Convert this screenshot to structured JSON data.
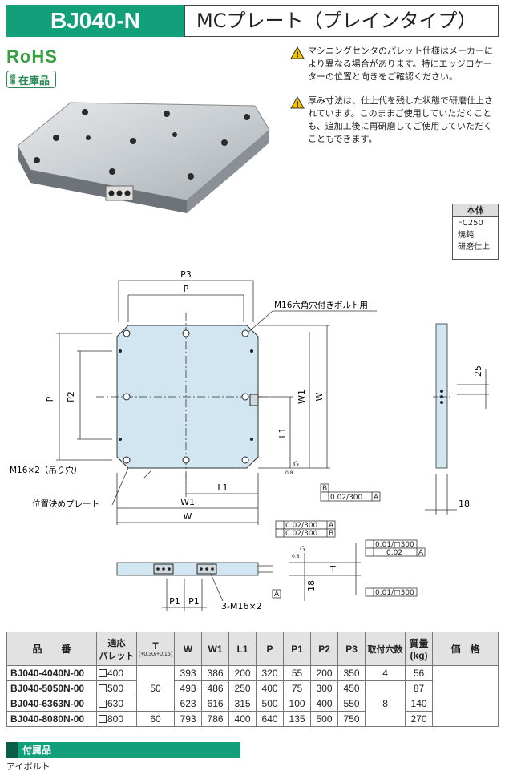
{
  "header": {
    "code": "BJ040-N",
    "name": "MCプレート（プレインタイプ）"
  },
  "badges": {
    "rohs": "RoHS",
    "stock_small": "標準",
    "stock": "在庫品"
  },
  "notes": [
    "マシニングセンタのパレット仕様はメーカーにより異なる場合があります。特にエッジロケーターの位置と向きをご確認ください。",
    "厚み寸法は、仕上代を残した状態で研磨仕上されています。このままご使用していただくことも、追加工後に再研磨してご使用していただくこともできます。"
  ],
  "material": {
    "title": "本体",
    "lines": [
      "FC250",
      "焼鈍",
      "研磨仕上"
    ]
  },
  "drawing": {
    "P3": "P3",
    "P": "P",
    "P2": "P2",
    "W1": "W1",
    "W": "W",
    "L1": "L1",
    "P1": "P1",
    "T": "T",
    "bolt_note": "M16六角穴付きボルト用",
    "lift_note": "M16×2（吊り穴）",
    "plate_note": "位置決めプレート",
    "side_note": "3-M16×2",
    "dim_25": "25",
    "dim_18": "18",
    "dim_18b": "18",
    "tol_B": "0.02/300",
    "tol_A1": "0.02/300",
    "tol_A2": "0.02/300",
    "tol_flat1": "0.01/□300",
    "tol_par": "0.02",
    "tol_flat2": "0.01/□300",
    "datum_A": "A",
    "datum_B": "B",
    "g_mark": "G",
    "g_sub": "0.8"
  },
  "table": {
    "headers": [
      "品　　番",
      "適応\nパレット",
      "T",
      "W",
      "W1",
      "L1",
      "P",
      "P1",
      "P2",
      "P3",
      "取付穴数",
      "質量\n(kg)",
      "価　格"
    ],
    "t_tol": "(+0.30/+0.15)",
    "rows": [
      {
        "code": "BJ040-4040N-00",
        "pallet": "400",
        "T": "50",
        "W": "393",
        "W1": "386",
        "L1": "200",
        "P": "320",
        "P1": "55",
        "P2": "200",
        "P3": "350",
        "holes": "4",
        "mass": "56"
      },
      {
        "code": "BJ040-5050N-00",
        "pallet": "500",
        "T": "",
        "W": "493",
        "W1": "486",
        "L1": "250",
        "P": "400",
        "P1": "75",
        "P2": "300",
        "P3": "450",
        "holes": "8",
        "mass": "87"
      },
      {
        "code": "BJ040-6363N-00",
        "pallet": "630",
        "T": "",
        "W": "623",
        "W1": "616",
        "L1": "315",
        "P": "500",
        "P1": "100",
        "P2": "400",
        "P3": "550",
        "holes": "",
        "mass": "140"
      },
      {
        "code": "BJ040-8080N-00",
        "pallet": "800",
        "T": "60",
        "W": "793",
        "W1": "786",
        "L1": "400",
        "P": "640",
        "P1": "135",
        "P2": "500",
        "P3": "750",
        "holes": "",
        "mass": "270"
      }
    ]
  },
  "accessory": {
    "title": "付属品",
    "item": "アイボルト"
  },
  "colors": {
    "brand": "#12a07a",
    "plate_fill": "#d2e6f2",
    "warning": "#f3c300"
  }
}
